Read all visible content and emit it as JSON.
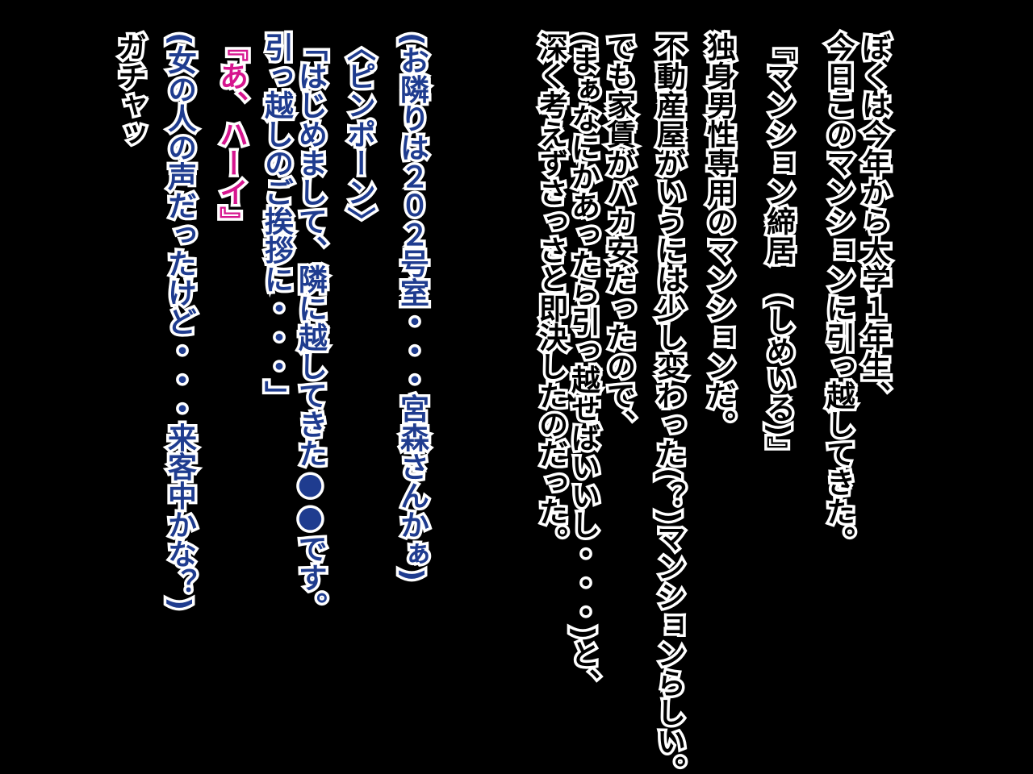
{
  "dialogue": {
    "narration_1a": "ぼくは今年から大学１年生、",
    "narration_1b": "今日このマンションに引っ越してきた。",
    "narration_2": "『マンション締居　(しめいる)』",
    "narration_3": "独身男性専用のマンションだ。",
    "narration_4": "不動産屋がいうには少し変わった(？)マンションらしい。",
    "narration_5a": "でも家賃がバカ安だったので、",
    "narration_5b": "(まぁなにかあったら引っ越せばいいし・・・)と、",
    "narration_5c": "深く考えずさっさと即決したのだった。",
    "thought_1": "(お隣りは２０２号室・・・宮森さんかぁ)",
    "sfx_1": "〈ピンポーン〉",
    "speech_1a": "「はじめまして、隣に越してきた●●です。",
    "speech_1b": "引っ越しのご挨拶に・・・」",
    "speech_2": "『あ、ハーイ』",
    "thought_2": "(女の人の声だったけど・・・来客中かな？)",
    "sfx_2": "ガチャッ"
  },
  "colors": {
    "background": "#000000",
    "narration_text": "#000000",
    "text_outline": "#ffffff",
    "blue_text": "#1f3c8f",
    "pink_text": "#d6168f"
  }
}
